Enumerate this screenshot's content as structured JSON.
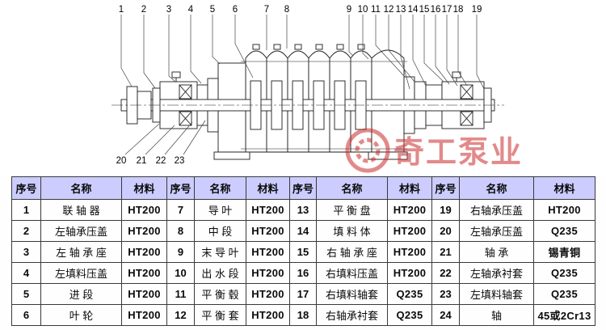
{
  "diagram": {
    "top_callouts": [
      "1",
      "2",
      "3",
      "4",
      "5",
      "6",
      "7",
      "8",
      "9",
      "10",
      "11",
      "12",
      "13",
      "14",
      "15",
      "16",
      "17",
      "18",
      "19"
    ],
    "bottom_callouts": [
      "20",
      "21",
      "22",
      "23"
    ],
    "watermark": {
      "text": "奇工泵业",
      "color": "#cc2b2b"
    }
  },
  "table": {
    "headers": [
      "序号",
      "名称",
      "材料",
      "序号",
      "名称",
      "材料",
      "序号",
      "名称",
      "材料",
      "序号",
      "名称",
      "材料"
    ],
    "rows": [
      [
        "1",
        "联 轴 器",
        "HT200",
        "7",
        "导 叶",
        "HT200",
        "13",
        "平 衡 盘",
        "HT200",
        "19",
        "右轴承压盖",
        "HT200"
      ],
      [
        "2",
        "左轴承压盖",
        "HT200",
        "8",
        "中 段",
        "HT200",
        "14",
        "填 料 体",
        "HT200",
        "20",
        "左轴承压盖",
        "Q235"
      ],
      [
        "3",
        "左 轴 承 座",
        "HT200",
        "9",
        "末 导 叶",
        "HT200",
        "15",
        "右 轴 承 座",
        "HT200",
        "21",
        "轴 承",
        "锡青铜"
      ],
      [
        "4",
        "左填料压盖",
        "HT200",
        "10",
        "出 水 段",
        "HT200",
        "16",
        "右填料压盖",
        "HT200",
        "22",
        "左轴承衬套",
        "Q235"
      ],
      [
        "5",
        "进 段",
        "HT200",
        "11",
        "平 衡 毂",
        "HT200",
        "17",
        "右填料轴套",
        "Q235",
        "23",
        "左填料轴套",
        "Q235"
      ],
      [
        "6",
        "叶 轮",
        "HT200",
        "12",
        "平 衡 套",
        "HT200",
        "18",
        "右轴承衬套",
        "Q235",
        "24",
        "轴",
        "45或2Cr13"
      ]
    ]
  }
}
